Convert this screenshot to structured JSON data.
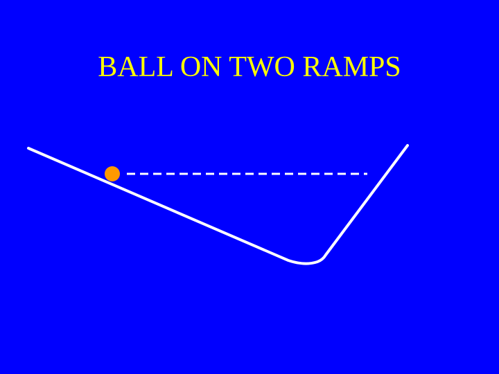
{
  "slide": {
    "title": "BALL ON TWO RAMPS"
  },
  "colors": {
    "background": "#0000FF",
    "title": "#FFFF00",
    "ramp": "#FFFFFF",
    "ball": "#FF9900",
    "height_line": "#FFFFFF"
  },
  "diagram": {
    "ball_icon": "orange-circle",
    "height_marker": "dashed-horizontal-line"
  }
}
